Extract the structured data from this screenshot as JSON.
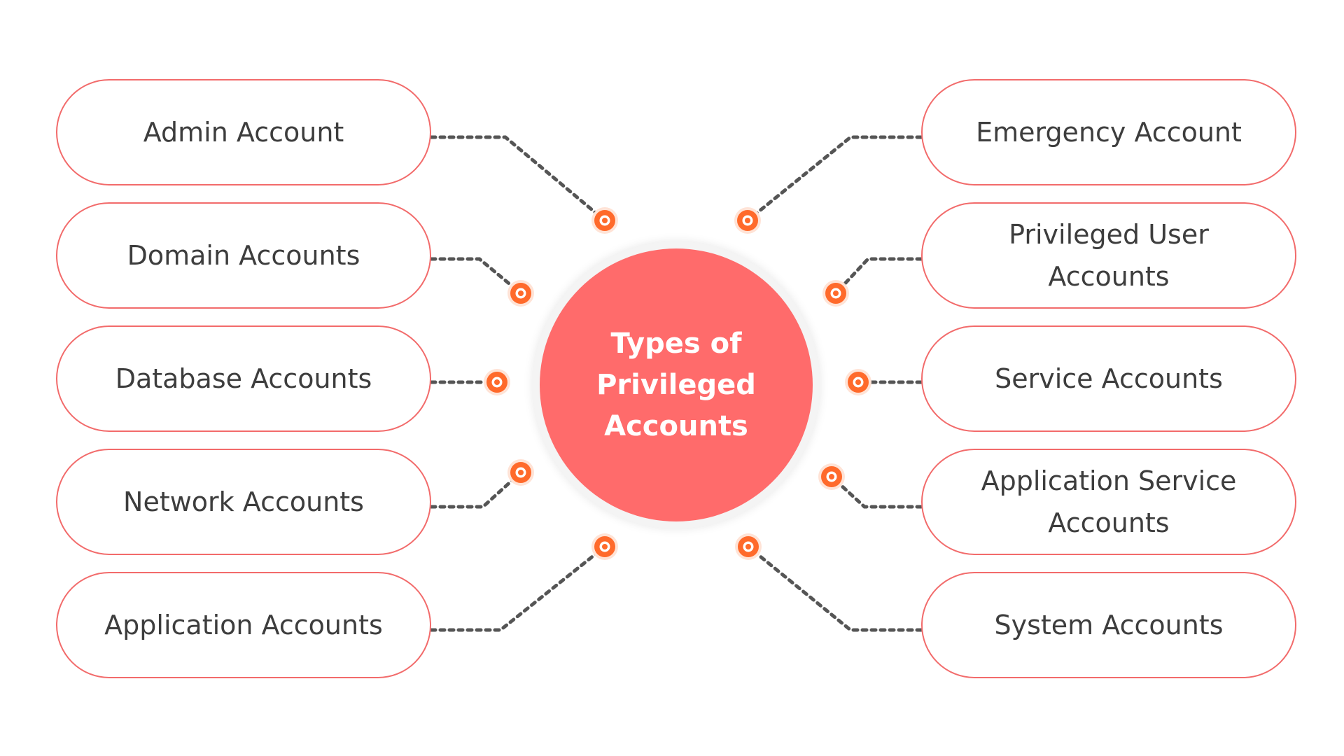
{
  "diagram": {
    "center_title": "Types of\nPrivileged\nAccounts",
    "left_accounts": [
      "Admin Account",
      "Domain Accounts",
      "Database Accounts",
      "Network Accounts",
      "Application Accounts"
    ],
    "right_accounts": [
      "Emergency Account",
      "Privileged User\nAccounts",
      "Service Accounts",
      "Application Service\nAccounts",
      "System Accounts"
    ]
  },
  "colors": {
    "accent": "#ff6b6b",
    "pill_border": "#f26b6b",
    "marker_outer": "#ff6a2b",
    "connector": "#555555",
    "text": "#3d3d3d"
  }
}
